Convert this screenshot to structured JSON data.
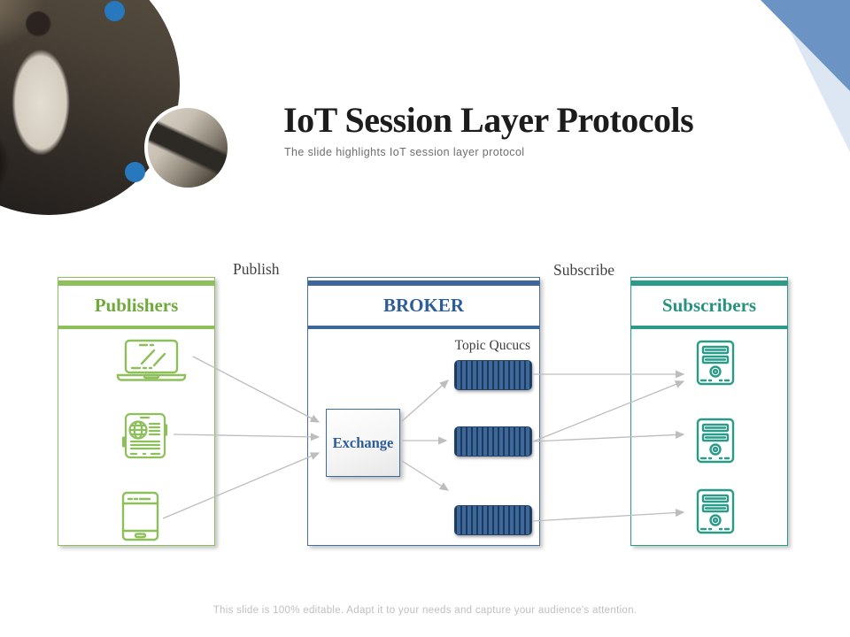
{
  "slide": {
    "title": "IoT Session Layer Protocols",
    "subtitle": "The slide highlights IoT session layer protocol",
    "footer_note": "This slide is 100% editable. Adapt it to your needs and capture your audience's attention."
  },
  "diagram": {
    "publish_label": "Publish",
    "subscribe_label": "Subscribe",
    "publishers": {
      "title": "Publishers",
      "accent_color": "#8dc05a",
      "device_icons": [
        "laptop-icon",
        "tablet-icon",
        "smartphone-icon"
      ]
    },
    "broker": {
      "title": "BROKER",
      "accent_color": "#3c679b",
      "exchange_label": "Exchange",
      "topic_queues_label": "Topic Qucucs",
      "queue_count": 3
    },
    "subscribers": {
      "title": "Subscribers",
      "accent_color": "#2a9a89",
      "server_icon": "server-icon",
      "server_count": 3
    },
    "arrow_color": "#bdbdbd"
  },
  "decor": {
    "corner_triangle_color": "#6b93c4",
    "corner_band_color": "#dde7f3",
    "accent_dot_color": "#2878be"
  }
}
